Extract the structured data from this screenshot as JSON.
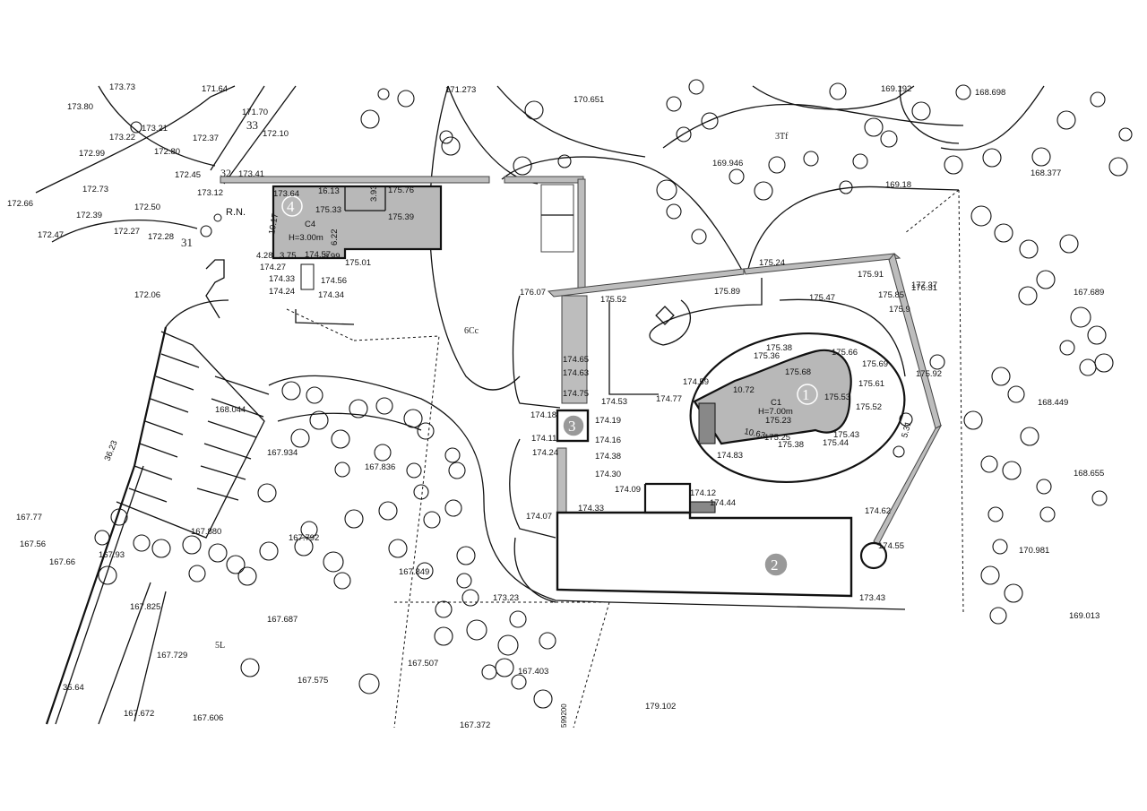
{
  "buildings": [
    {
      "id": "1",
      "code": "C1",
      "height": "H=7.00m"
    },
    {
      "id": "2",
      "code": "",
      "height": ""
    },
    {
      "id": "3",
      "code": "",
      "height": ""
    },
    {
      "id": "4",
      "code": "C4",
      "height": "H=3.00m"
    }
  ],
  "zones": [
    "3Tf",
    "6Cc",
    "5L",
    "31",
    "32",
    "33"
  ],
  "marker": "R.N.",
  "grid_ref": "599200",
  "elevations": [
    "173.73",
    "171.64",
    "173.80",
    "173.21",
    "173.22",
    "172.80",
    "172.37",
    "171.70",
    "172.10",
    "172.99",
    "172.45",
    "172.66",
    "172.73",
    "172.39",
    "172.47",
    "172.50",
    "172.27",
    "172.28",
    "173.12",
    "173.41",
    "173.64",
    "16.13",
    "175.76",
    "175.33",
    "175.39",
    "174.27",
    "174.57",
    "174.33",
    "174.24",
    "174.56",
    "174.34",
    "175.01",
    "3.99",
    "4.28",
    "3.75",
    "172.06",
    "171.273",
    "170.651",
    "169.192",
    "168.698",
    "169.946",
    "169.18",
    "168.377",
    "176.07",
    "175.52",
    "175.89",
    "175.24",
    "175.91",
    "175.47",
    "175.85",
    "176.31",
    "175.9",
    "177.37",
    "167.689",
    "175.38",
    "175.36",
    "175.66",
    "175.68",
    "175.69",
    "174.59",
    "174.65",
    "174.63",
    "174.75",
    "174.53",
    "174.77",
    "175.53",
    "175.61",
    "175.52",
    "175.92",
    "175.23",
    "175.25",
    "175.38",
    "175.43",
    "175.44",
    "174.18",
    "174.19",
    "174.11",
    "174.16",
    "174.24",
    "174.38",
    "174.30",
    "174.83",
    "174.09",
    "174.12",
    "174.44",
    "174.33",
    "174.07",
    "174.62",
    "174.55",
    "173.43",
    "173.23",
    "168.044",
    "168.449",
    "168.655",
    "167.934",
    "167.836",
    "167.77",
    "167.56",
    "167.66",
    "167.93",
    "167.880",
    "167.792",
    "167.849",
    "170.981",
    "167.825",
    "167.687",
    "167.729",
    "167.507",
    "167.403",
    "167.575",
    "167.672",
    "167.606",
    "167.372",
    "179.102",
    "169.013",
    "35.64",
    "36.23",
    "5.31",
    "10.72",
    "10.63",
    "10.17",
    "6.22",
    "3.93"
  ]
}
